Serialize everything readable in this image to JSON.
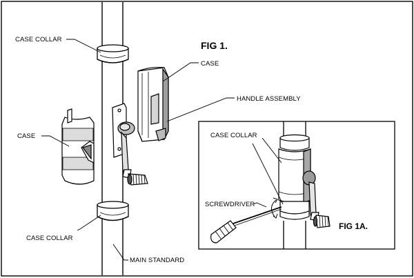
{
  "figure": {
    "title_main": "FIG 1.",
    "title_inset": "FIG 1A.",
    "labels": {
      "case_collar_top": "CASE COLLAR",
      "case_right": "CASE",
      "handle_assembly": "HANDLE ASSEMBLY",
      "case_left": "CASE",
      "case_collar_bottom": "CASE COLLAR",
      "main_standard": "MAIN STANDARD",
      "inset_case_collar": "CASE COLLAR",
      "inset_screwdriver": "SCREWDRIVER"
    }
  }
}
